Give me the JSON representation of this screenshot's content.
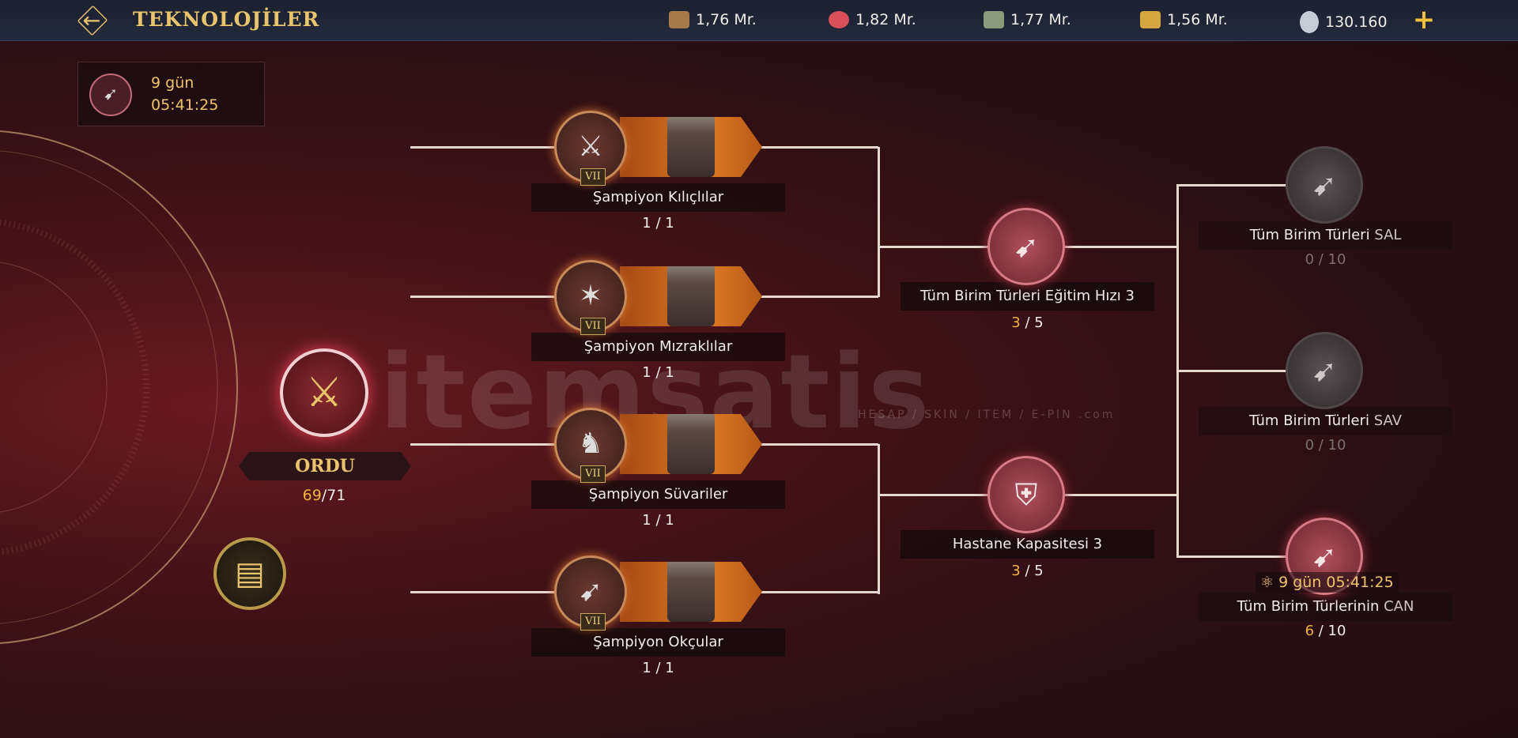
{
  "header": {
    "title": "TEKNOLOJİLER",
    "resources": [
      {
        "icon": "wood-icon",
        "value": "1,76 Mr.",
        "color": "#a57a4a"
      },
      {
        "icon": "meat-icon",
        "value": "1,82 Mr.",
        "color": "#d9505a"
      },
      {
        "icon": "stone-icon",
        "value": "1,77 Mr.",
        "color": "#8a9a7a"
      },
      {
        "icon": "gold-icon",
        "value": "1,56 Mr.",
        "color": "#d4a640"
      },
      {
        "icon": "silver-coin-icon",
        "value": "130.160",
        "color": "#c8ccd6"
      }
    ],
    "add_label": "+"
  },
  "research_timer": {
    "days": "9 gün",
    "time": "05:41:25"
  },
  "category": {
    "name": "ORDU",
    "current": "69",
    "total": "/71"
  },
  "champions": [
    {
      "label": "Şampiyon Kılıçlılar",
      "count": "1 / 1",
      "rank": "VII",
      "icon": "⚔"
    },
    {
      "label": "Şampiyon Mızraklılar",
      "count": "1 / 1",
      "rank": "VII",
      "icon": "✶"
    },
    {
      "label": "Şampiyon Süvariler",
      "count": "1 / 1",
      "rank": "VII",
      "icon": "♞"
    },
    {
      "label": "Şampiyon Okçular",
      "count": "1 / 1",
      "rank": "VII",
      "icon": "➹"
    }
  ],
  "mid_nodes": [
    {
      "label": "Tüm Birim Türleri Eğitim Hızı 3",
      "cur": "3",
      "total": " / 5"
    },
    {
      "label": "Hastane Kapasitesi 3",
      "cur": "3",
      "total": " / 5"
    }
  ],
  "right_nodes": [
    {
      "label_main": "Tüm Birim Türleri ",
      "label_suffix": "SAL",
      "cur": "0",
      "total": " / 10"
    },
    {
      "label_main": "Tüm Birim Türleri ",
      "label_suffix": "SAV",
      "cur": "0",
      "total": " / 10"
    },
    {
      "label_main": "Tüm Birim Türlerinin ",
      "label_suffix": "CAN",
      "cur": "6",
      "total": " / 10",
      "timer": "9 gün 05:41:25"
    }
  ],
  "watermark": {
    "text": "itemsatis",
    "sub": "HESAP / SKIN / ITEM / E-PIN .com"
  }
}
